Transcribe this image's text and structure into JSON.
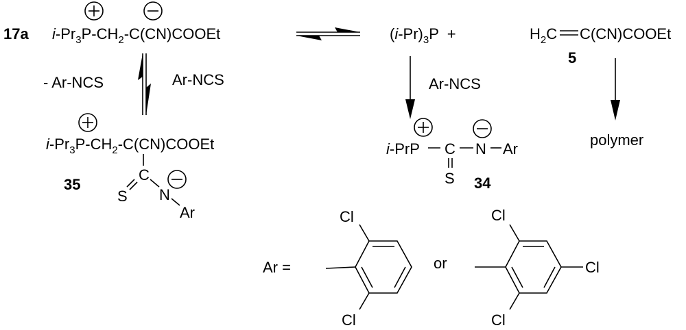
{
  "compounds": {
    "c17a": {
      "label": "17a",
      "p1": "i",
      "p2": "-Pr",
      "p3": "3",
      "p4": "P-CH",
      "p5": "2",
      "p6": "-C(CN)COOEt"
    },
    "c35": {
      "label": "35",
      "p1": "i",
      "p2": "-Pr",
      "p3": "3",
      "p4": "P-CH",
      "p5": "2",
      "p6": "-C(CN)COOEt",
      "c": "C",
      "s": "S",
      "n": "N",
      "ar": "Ar"
    },
    "phosphine": {
      "p1": "(",
      "p2": "i",
      "p3": "-Pr)",
      "p4": "3",
      "p5": "P  +"
    },
    "c5": {
      "label": "5",
      "p1": "H",
      "p2": "2",
      "p3": "C",
      "p4": "C(CN)COOEt"
    },
    "c34": {
      "label": "34",
      "p1": "i",
      "p2": "-PrP",
      "c": "C",
      "n": "N",
      "ar": "Ar",
      "s": "S"
    },
    "polymer": "polymer"
  },
  "reagents": {
    "minus_arncs": "- Ar-NCS",
    "arncs_left": "Ar-NCS",
    "arncs_right": "Ar-NCS"
  },
  "charges": {
    "plus": "+",
    "minus": "−"
  },
  "ar_definition": {
    "label": "Ar =",
    "or": "or",
    "cl": "Cl"
  }
}
